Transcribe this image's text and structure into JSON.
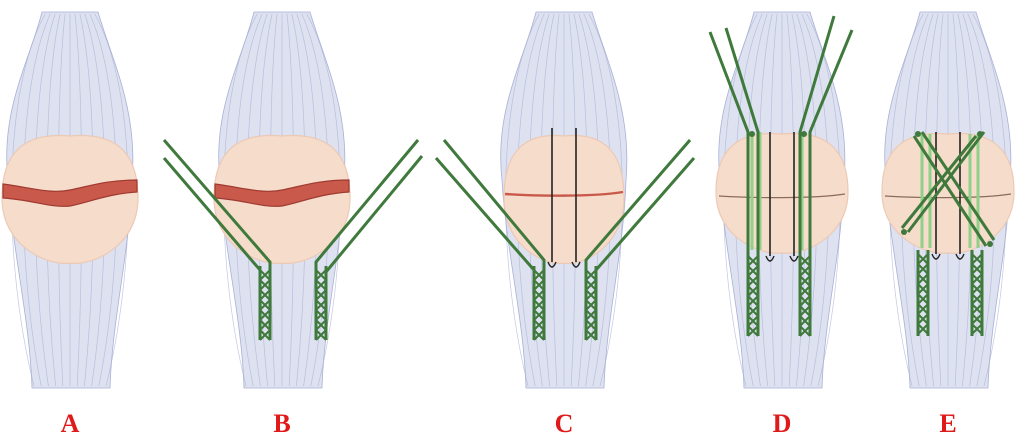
{
  "colors": {
    "tendon_fill": "#dde1f0",
    "tendon_fiber": "#a9b1d6",
    "patella_fill": "#f6dccb",
    "patella_edge": "#edc9b4",
    "fracture_fill": "#c9594b",
    "fracture_edge": "#9e3a30",
    "suture_dark_green": "#3f7a3c",
    "suture_light_green": "#8fd08a",
    "wire_black": "#222222",
    "label_red": "#e01a1a"
  },
  "panels": [
    {
      "label": "A",
      "stage": "fracture"
    },
    {
      "label": "B",
      "stage": "krackow-sutures"
    },
    {
      "label": "C",
      "stage": "reduction-with-wires"
    },
    {
      "label": "D",
      "stage": "longitudinal-tension-band"
    },
    {
      "label": "E",
      "stage": "figure-eight-tension-band"
    }
  ]
}
